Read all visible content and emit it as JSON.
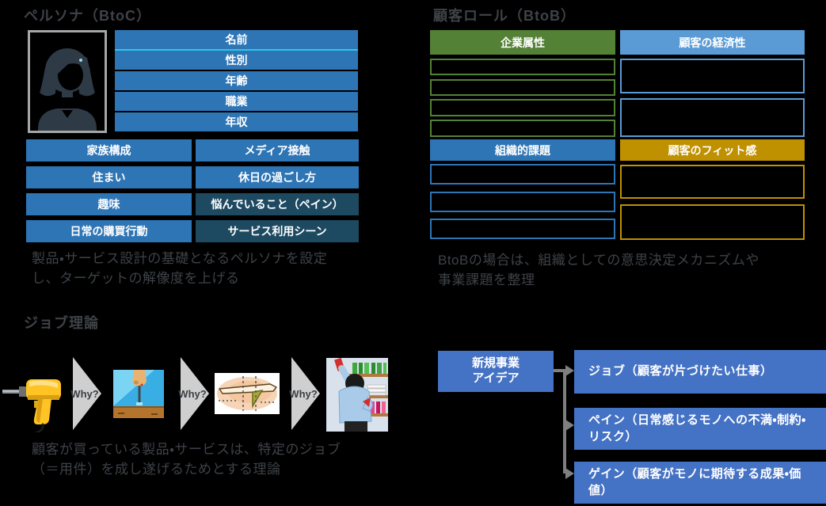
{
  "colors": {
    "background": "#000000",
    "table_blue": "#2E75B6",
    "dark_cell": "#1E4A61",
    "header_green": "#538135",
    "header_light_blue": "#5B9BD5",
    "header_mid_blue": "#2E75B6",
    "header_gold": "#BF9000",
    "idea_blue": "#4472C4",
    "divider_cyan": "#29C9E8",
    "arrow_gray": "#CFCFCF",
    "connector_gray": "#7F7F7F",
    "text_gray": "#3E4247",
    "frame_gray": "#A6A6A6"
  },
  "persona": {
    "title": "ペルソナ（BtoC）",
    "profile_rows": [
      "名前",
      "性別",
      "年齢",
      "職業",
      "年収"
    ],
    "grid_cells": [
      {
        "label": "家族構成"
      },
      {
        "label": "メディア接触"
      },
      {
        "label": "住まい"
      },
      {
        "label": "休日の過ごし方"
      },
      {
        "label": "趣味"
      },
      {
        "label": "悩んでいること（ペイン）"
      },
      {
        "label": "日常の購買行動"
      },
      {
        "label": "サービス利用シーン"
      }
    ],
    "description_lines": [
      "製品・サービス設計の基礎となるペルソナを設定",
      "し、ターゲットの解像度を上げる"
    ]
  },
  "customer_roles": {
    "title": "顧客ロール（BtoB）",
    "quadrants": [
      {
        "header": "企業属性"
      },
      {
        "header": "顧客の経済性"
      },
      {
        "header": "組織的課題"
      },
      {
        "header": "顧客のフィット感"
      }
    ],
    "description_lines": [
      "BtoBの場合は、組織としての意思決定メカニズムや",
      "事業課題を整理"
    ]
  },
  "job_theory": {
    "title": "ジョブ理論",
    "why_label": "Why?",
    "steps": [
      "drill",
      "screwdriver-in-wall",
      "shelf-bracket",
      "organized-bookshelf"
    ],
    "description_lines": [
      "顧客が買っている製品・サービスは、特定のジョブ",
      "（＝用件）を成し遂げるためとする理論"
    ]
  },
  "idea_map": {
    "source_lines": [
      "新規事業",
      "アイデア"
    ],
    "targets": [
      "ジョブ（顧客が片づけたい仕事）",
      "ペイン（日常感じるモノへの不満・制約・リスク）",
      "ゲイン（顧客がモノに期待する成果・価値）"
    ]
  }
}
